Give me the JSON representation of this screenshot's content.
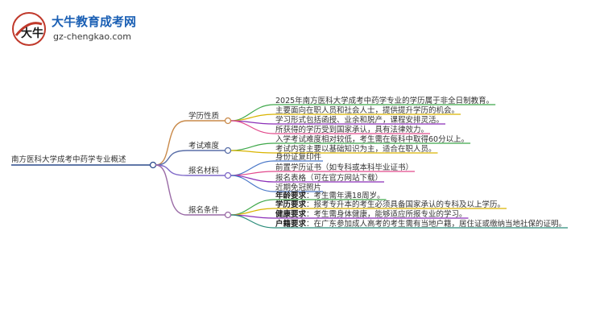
{
  "logo": {
    "title": "大牛教育成考网",
    "url": "gz-chengkao.com",
    "mark_text": "大牛"
  },
  "colors": {
    "root_line": "#2b4a8c",
    "branch1": "#c98a4a",
    "branch2": "#5a6fa8",
    "branch3": "#7f68c8",
    "branch4": "#9a6ba6",
    "green": "#3fa84a",
    "yellow": "#d9b400",
    "purple": "#8b2fb8",
    "pink": "#e24a8c",
    "blue": "#4a78c8",
    "teal": "#2b8c7a"
  },
  "root": {
    "label": "南方医科大学成考中药学专业概述"
  },
  "branches": [
    {
      "label": "学历性质",
      "leaves": [
        {
          "text": "2025年南方医科大学成考中药学专业的学历属于非全日制教育。"
        },
        {
          "text": "主要面向在职人员和社会人士，提供提升学历的机会。"
        },
        {
          "text": "学习形式包括函授、业余和脱产，课程安排灵活。"
        },
        {
          "text": "所获得的学历受到国家承认，具有法律效力。"
        }
      ]
    },
    {
      "label": "考试难度",
      "leaves": [
        {
          "text": "入学考试难度相对较低，考生需在每科中取得60分以上。"
        },
        {
          "text": "考试内容主要以基础知识为主，适合在职人员。"
        }
      ]
    },
    {
      "label": "报名材料",
      "leaves": [
        {
          "text": "身份证复印件"
        },
        {
          "text": "前置学历证书（如专科或本科毕业证书）"
        },
        {
          "text": "报名表格（可在官方网站下载）"
        },
        {
          "text": "近期免冠照片"
        }
      ]
    },
    {
      "label": "报名条件",
      "leaves": [
        {
          "bold": "年龄要求",
          "text": "：考生需年满18周岁。"
        },
        {
          "bold": "学历要求",
          "text": "：报考专升本的考生必须具备国家承认的专科及以上学历。"
        },
        {
          "bold": "健康要求",
          "text": "：考生需身体健康，能够适应所报专业的学习。"
        },
        {
          "bold": "户籍要求",
          "text": "：在广东参加成人高考的考生需有当地户籍，居住证或缴纳当地社保的证明。"
        }
      ]
    }
  ]
}
